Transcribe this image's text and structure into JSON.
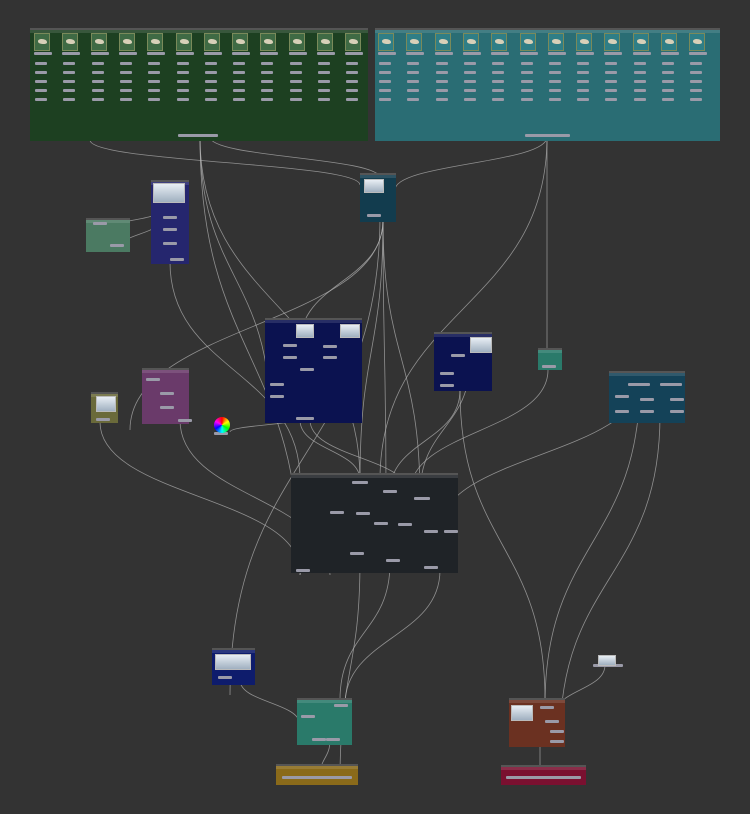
{
  "canvas": {
    "background": "#333333",
    "wire_color": "#b8b8b8"
  },
  "backdrops": [
    {
      "name": "green-group",
      "color": "#1d4021"
    },
    {
      "name": "teal-group",
      "color": "#2a6d74"
    },
    {
      "name": "navy-small",
      "color": "#25266e"
    },
    {
      "name": "sage",
      "color": "#4b7a62"
    },
    {
      "name": "dark-teal-small",
      "color": "#123c4e"
    },
    {
      "name": "navy-large",
      "color": "#0b1250"
    },
    {
      "name": "navy-mid",
      "color": "#0b1250"
    },
    {
      "name": "teal-tiny",
      "color": "#2a7a6a"
    },
    {
      "name": "dark-teal",
      "color": "#144258"
    },
    {
      "name": "purple",
      "color": "#6a3a6a"
    },
    {
      "name": "olive",
      "color": "#6a6a3a"
    },
    {
      "name": "charcoal",
      "color": "#1f2327"
    },
    {
      "name": "blue",
      "color": "#0e1c6c"
    },
    {
      "name": "teal-output",
      "color": "#2a7a6a"
    },
    {
      "name": "gold-output",
      "color": "#8a6a1a"
    },
    {
      "name": "brown",
      "color": "#6b3121"
    },
    {
      "name": "crimson-output",
      "color": "#7a1030"
    }
  ]
}
